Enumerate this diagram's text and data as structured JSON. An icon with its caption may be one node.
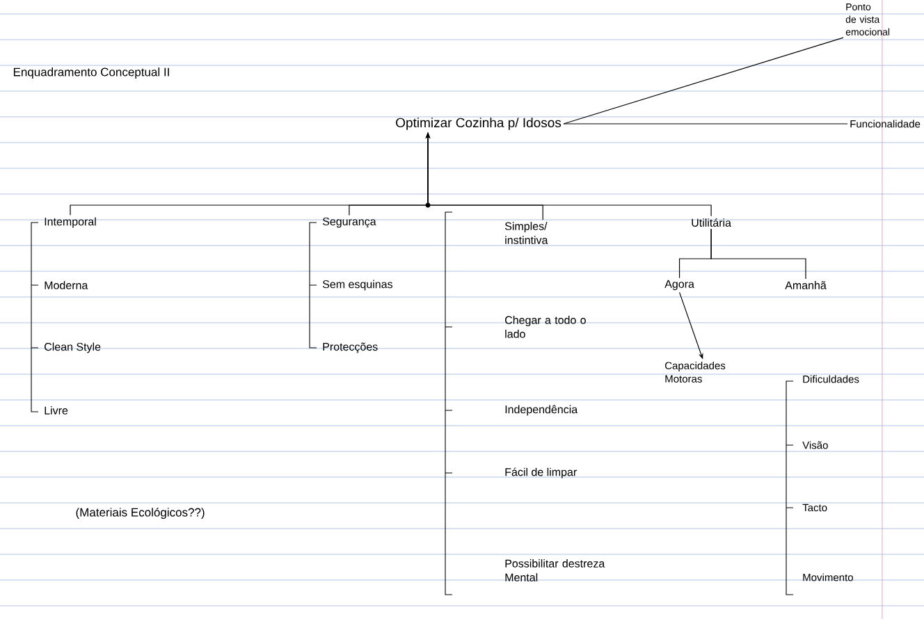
{
  "diagram": {
    "title": "Enquadramento Conceptual II",
    "nodes": [
      {
        "text": [
          "Optimizar Cozinha p/ Idosos"
        ]
      },
      {
        "text": [
          "Ponto de vista emocional"
        ]
      },
      {
        "text": [
          "Funcionalidade"
        ]
      },
      {
        "text": [
          "Intemporal"
        ]
      },
      {
        "text": [
          "Moderna"
        ]
      },
      {
        "text": [
          "Clean Style"
        ]
      },
      {
        "text": [
          "Livre"
        ]
      },
      {
        "text": [
          "Segurança"
        ]
      },
      {
        "text": [
          "Sem esquinas"
        ]
      },
      {
        "text": [
          "Protecções"
        ]
      },
      {
        "text": [
          "Simples/ instintiva"
        ]
      },
      {
        "text": [
          "Chegar a todo o lado"
        ]
      },
      {
        "text": [
          "Independência"
        ]
      },
      {
        "text": [
          "Fácil de limpar"
        ]
      },
      {
        "text": [
          "Possibilitar destreza Mental"
        ]
      },
      {
        "text": [
          "Utilitária"
        ]
      },
      {
        "text": [
          "Agora"
        ]
      },
      {
        "text": [
          "Amanhã"
        ]
      },
      {
        "text": [
          "Capacidades Motoras"
        ]
      },
      {
        "text": [
          "Dificuldades"
        ]
      },
      {
        "text": [
          "Visão"
        ]
      },
      {
        "text": [
          "Tacto"
        ]
      },
      {
        "text": [
          "Movimento"
        ]
      }
    ],
    "edges": [
      {
        "from": 3,
        "to": 0,
        "arrow": "to"
      },
      {
        "from": 7,
        "to": 0,
        "arrow": "to"
      },
      {
        "from": 10,
        "to": 0,
        "arrow": "to"
      },
      {
        "from": 15,
        "to": 0,
        "arrow": "to"
      },
      {
        "from": 0,
        "to": 1,
        "arrow": "none"
      },
      {
        "from": 0,
        "to": 2,
        "arrow": "none"
      },
      {
        "from": 15,
        "to": 16,
        "arrow": "none"
      },
      {
        "from": 15,
        "to": 17,
        "arrow": "none"
      },
      {
        "from": 16,
        "to": 18,
        "arrow": "to"
      }
    ],
    "labels": [
      "(Materiais Ecológicos??)"
    ]
  }
}
